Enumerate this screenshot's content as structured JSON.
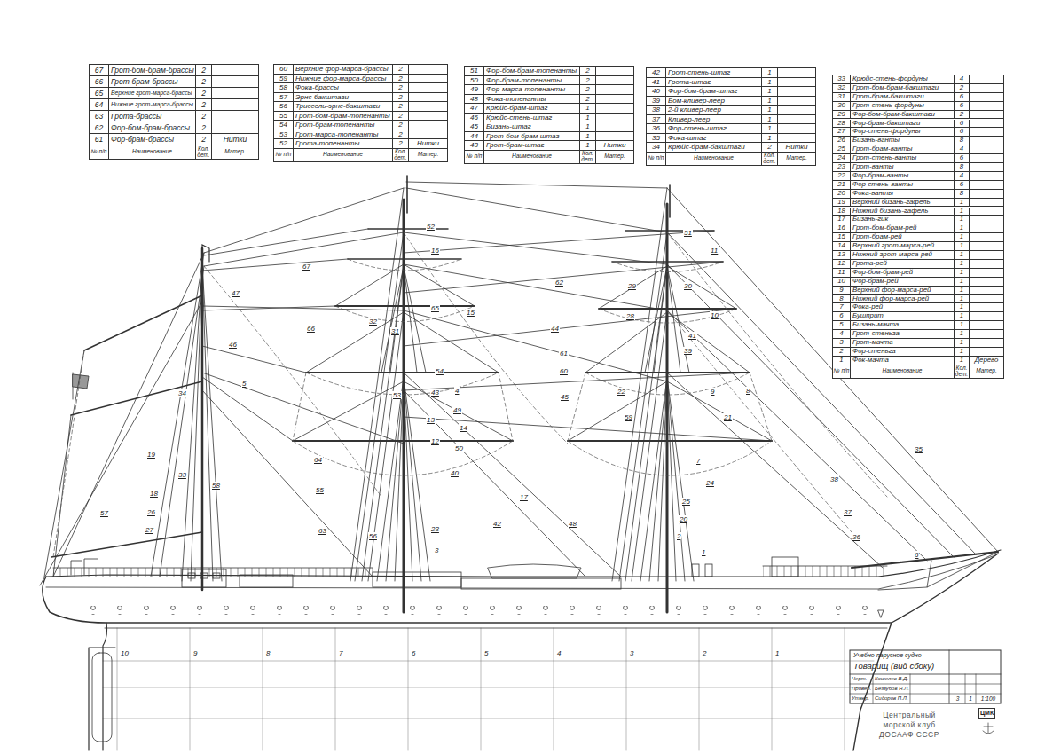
{
  "diagram": {
    "labels": [
      "67",
      "Грот-бом-брам-брассы",
      "2",
      "66",
      "Грот-брам-брассы",
      "2",
      "65",
      "Верхние грот-марса-брассы",
      "2",
      "64",
      "Нижние грот-марса-брассы",
      "2",
      "63",
      "Грота-брассы",
      "2",
      "62",
      "Фор-бом-брам-брассы",
      "2",
      "61",
      "Фор-брам-брассы",
      "2",
      "Нитки",
      "№ п/п",
      "Наименование",
      "Кол. дет.",
      "Матер.",
      "60",
      "Верхние фор-марса-брассы",
      "2",
      "59",
      "Нижние фор-марса-брассы",
      "2",
      "58",
      "Фока-брассы",
      "2",
      "57",
      "Эрнс-бакштаги",
      "2",
      "56",
      "Триссель-эрнс-бакштаги",
      "2",
      "55",
      "Грот-бом-брам-топенанты",
      "2",
      "54",
      "Грот-брам-топенанты",
      "2",
      "53",
      "Грот-марса-топенанты",
      "2",
      "52",
      "Грота-топенанты",
      "2",
      "Нитки",
      "№ п/п",
      "Наименование",
      "Кол. дет.",
      "Матер.",
      "51",
      "Фор-бом-брам-топенанты",
      "2",
      "50",
      "Фор-брам-топенанты",
      "2",
      "49",
      "Фор-марса-топенанты",
      "2",
      "48",
      "Фока-топенанты",
      "2",
      "47",
      "Крюйс-брам-штаг",
      "1",
      "46",
      "Крюйс-стень-штаг",
      "1",
      "45",
      "Бизань-штаг",
      "1",
      "44",
      "Грот-бом-брам-штаг",
      "1",
      "43",
      "Грот-брам-штаг",
      "1",
      "Нитки",
      "№ п/п",
      "Наименование",
      "Кол. дет.",
      "Матер.",
      "42",
      "Грот-стень-штаг",
      "1",
      "41",
      "Грота-штаг",
      "1",
      "40",
      "Фор-бом-брам-штаг",
      "1",
      "39",
      "Бом-кливер-леер",
      "1",
      "38",
      "2-й кливер-леер",
      "1",
      "37",
      "Кливер-леер",
      "1",
      "36",
      "Фор-стень-штаг",
      "1",
      "35",
      "Фока-штаг",
      "1",
      "34",
      "Крюйс-брам-бакштаги",
      "2",
      "Нитки",
      "№ п/п",
      "Наименование",
      "Кол. дет.",
      "Матер.",
      "33",
      "Крюйс-стень-фордуны",
      "4",
      "32",
      "Грот-бом-брам-бакштаги",
      "2",
      "31",
      "Грот-брам-бакштаги",
      "6",
      "30",
      "Грот-стень-фордуны",
      "6",
      "29",
      "Фор-бом-брам-бакштаги",
      "2",
      "28",
      "Фор-брам-бакштаги",
      "6",
      "27",
      "Фор-стень-фордуны",
      "6",
      "26",
      "Бизань-ванты",
      "8",
      "25",
      "Грот-брам-ванты",
      "4",
      "24",
      "Грот-стень-ванты",
      "6",
      "23",
      "Грот-ванты",
      "8",
      "22",
      "Фор-брам-ванты",
      "4",
      "21",
      "Фор-стень-ванты",
      "6",
      "20",
      "Фока-ванты",
      "8",
      "19",
      "Верхний бизань-гафель",
      "1",
      "18",
      "Нижний бизань-гафель",
      "1",
      "17",
      "Бизань-гик",
      "1",
      "16",
      "Грот-бом-брам-рей",
      "1",
      "15",
      "Грот-брам-рей",
      "1",
      "14",
      "Верхний грот-марса-рей",
      "1",
      "13",
      "Нижний грот-марса-рей",
      "1",
      "12",
      "Грота-рей",
      "1",
      "11",
      "Фор-бом-брам-рей",
      "1",
      "10",
      "Фор-брам-рей",
      "1",
      "9",
      "Верхний фор-марса-рей",
      "1",
      "8",
      "Нижний фор-марса-рей",
      "1",
      "7",
      "Фока-рей",
      "1",
      "6",
      "Бушприт",
      "1",
      "5",
      "Бизань-мачта",
      "1",
      "4",
      "Грот-стеньга",
      "1",
      "3",
      "Грот-мачта",
      "1",
      "2",
      "Фор-стеньга",
      "1",
      "1",
      "Фок-мачта",
      "1",
      "Дерево",
      "№ п/п",
      "Наименование",
      "Кол. дет.",
      "Матер.",
      "Учебно-парусное судно",
      "Товарищ (вид сбоку)",
      "Черт.",
      "Кошелев В.Д.",
      "Провер.",
      "Беззубов Н.Л.",
      "Утвер.",
      "Сидоров П.Л.",
      "3",
      "1",
      "1:100",
      "Центральный морской клуб ДОСААФ СССР",
      "ЦМК",
      "1",
      "2",
      "3",
      "4",
      "5",
      "6",
      "7",
      "8",
      "9",
      "10",
      "11",
      "12",
      "13",
      "14",
      "15",
      "16",
      "17",
      "18",
      "19",
      "20",
      "21",
      "22",
      "23",
      "24",
      "25",
      "26",
      "27",
      "28",
      "29",
      "30",
      "31",
      "32",
      "33",
      "34",
      "35",
      "36",
      "37",
      "38",
      "39",
      "40",
      "41",
      "42",
      "43",
      "44",
      "45",
      "46",
      "47",
      "48",
      "49",
      "50",
      "51",
      "52",
      "53",
      "54",
      "55",
      "56",
      "57",
      "58",
      "59",
      "60",
      "61",
      "62",
      "63",
      "64",
      "65",
      "66",
      "67",
      "10",
      "9",
      "8",
      "7",
      "6",
      "5",
      "4",
      "3",
      "2",
      "1"
    ]
  }
}
